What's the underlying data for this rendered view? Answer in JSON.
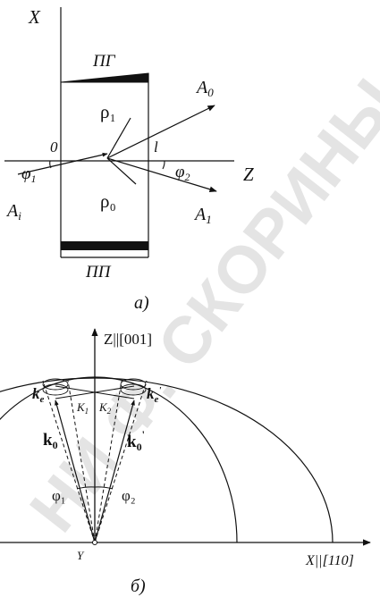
{
  "diagram_a": {
    "axis_x": "X",
    "axis_z": "Z",
    "origin": "0",
    "length": "l",
    "top_label": "ПГ",
    "bottom_label": "ПП",
    "rho_1": "ρ₁",
    "rho_0": "ρ₀",
    "phi_1": "φ",
    "phi_1_sub": "1",
    "phi_2": "φ",
    "phi_2_sub": "2",
    "beam_in": "A",
    "beam_in_sub": "i",
    "beam_out_0": "A",
    "beam_out_0_sub": "0",
    "beam_out_1": "A",
    "beam_out_1_sub": "1",
    "caption": "а)"
  },
  "diagram_b": {
    "axis_z": "Z||[001]",
    "axis_x": "X||[110]",
    "axis_y": "Y",
    "k_e": "k",
    "k_e_sub": "e",
    "k_e_prime": "k",
    "k_e_prime_sub": "e",
    "k_e_prime_mark": "'",
    "k_0": "k",
    "k_0_sub": "0",
    "k_0_prime": "k",
    "k_0_prime_sub": "0",
    "k_0_prime_mark": "'",
    "K_1": "K",
    "K_1_sub": "1",
    "K_2": "K",
    "K_2_sub": "2",
    "phi_1": "φ₁",
    "phi_2": "φ₂",
    "caption": "б)"
  },
  "watermark": "НИ Ф. СКОРИНЫ",
  "colors": {
    "ink": "#111111",
    "watermark": "#e4e4e4"
  }
}
